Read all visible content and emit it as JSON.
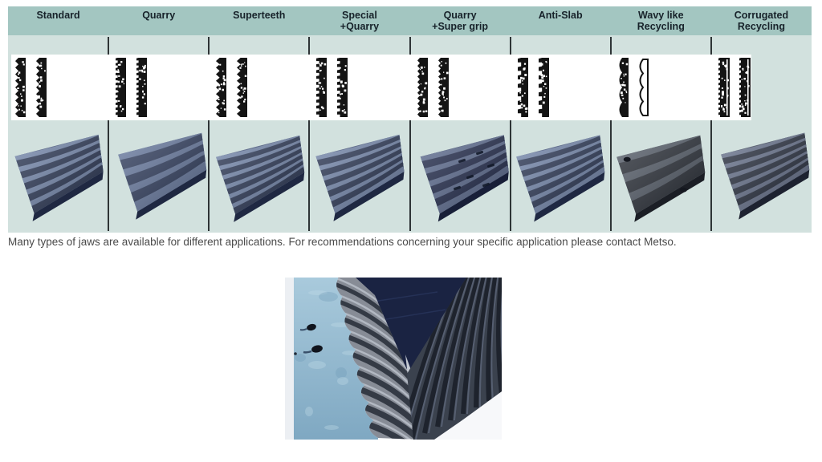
{
  "page": {
    "background": "#ffffff"
  },
  "colors": {
    "header_bg": "#a3c6c1",
    "body_bg": "#d2e1de",
    "divider": "#2e3436",
    "header_text": "#17222a",
    "caption_text": "#4a4a4a",
    "profile_ink": "#141414",
    "plate_blue": "#46567e",
    "plate_dark": "#3e4450"
  },
  "table": {
    "columns": [
      {
        "label": "Standard",
        "profile": {
          "teeth": 9,
          "depth": 4,
          "style": "saw"
        },
        "photo": {
          "ridges": 9,
          "palette": "blue"
        }
      },
      {
        "label": "Quarry",
        "profile": {
          "teeth": 12,
          "depth": 2.6,
          "style": "square"
        },
        "photo": {
          "ridges": 6,
          "palette": "blue",
          "smooth": true
        }
      },
      {
        "label": "Superteeth",
        "profile": {
          "teeth": 9,
          "depth": 4.6,
          "style": "saw"
        },
        "photo": {
          "ridges": 11,
          "palette": "blue"
        }
      },
      {
        "label": "Special\n+Quarry",
        "profile": {
          "teeth": 10,
          "depth": 3.6,
          "style": "square"
        },
        "photo": {
          "ridges": 10,
          "palette": "blue"
        }
      },
      {
        "label": "Quarry\n+Super grip",
        "profile": {
          "teeth": 11,
          "depth": 3,
          "style": "saw"
        },
        "photo": {
          "ridges": 8,
          "palette": "darkblue",
          "slots": true
        }
      },
      {
        "label": "Anti-Slab",
        "profile": {
          "teeth": 7,
          "depth": 4.2,
          "style": "square"
        },
        "photo": {
          "ridges": 10,
          "palette": "blue"
        }
      },
      {
        "label": "Wavy like\nRecycling",
        "profile": {
          "teeth": 4,
          "depth": 5,
          "style": "wave",
          "hollow_second": true
        },
        "photo": {
          "ridges": 5,
          "palette": "dark",
          "holes": true,
          "smooth": true
        }
      },
      {
        "label": "Corrugated\nRecycling",
        "profile": {
          "teeth": 12,
          "depth": 2,
          "style": "square",
          "double": true
        },
        "photo": {
          "ridges": 10,
          "palette": "slate"
        }
      }
    ]
  },
  "caption": {
    "text": "Many types of jaws are available for different applications. For recommendations concerning your specific application please contact Metso."
  },
  "bottom_photo": {
    "description": "Close-up photo of two corrugated jaw dies meeting in a V inside a jaw crusher, light blue painted cheek plate on the left with two bolt holes"
  }
}
